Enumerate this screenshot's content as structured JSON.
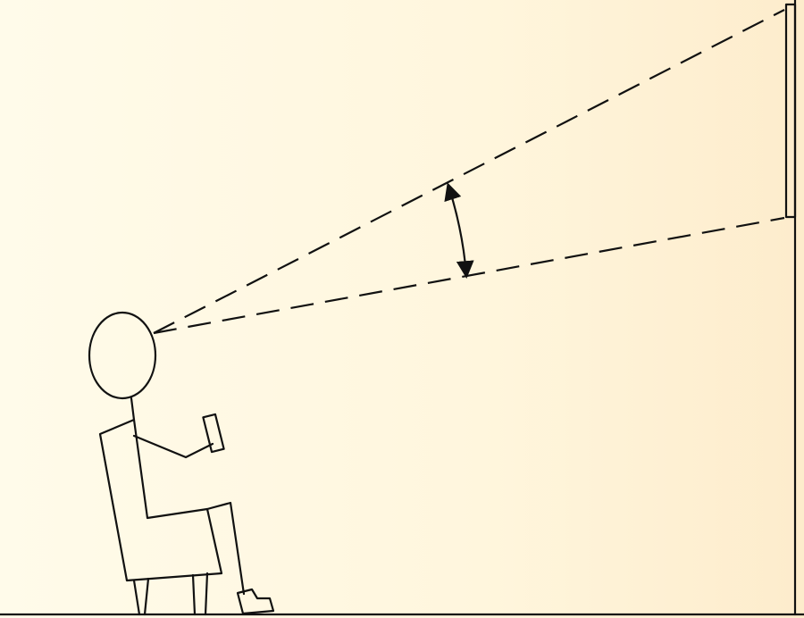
{
  "figure": {
    "background_colors": [
      "#fffbea",
      "#fdeccc"
    ],
    "line_color": "#111111",
    "parts": {
      "viewer": "seated-person",
      "screen": "wall-mounted-screen",
      "sight_lines": "dashed-lines-to-screen-top-and-bottom",
      "angle_marker": "double-headed-arc-arrow",
      "remote": "handheld-remote"
    }
  }
}
